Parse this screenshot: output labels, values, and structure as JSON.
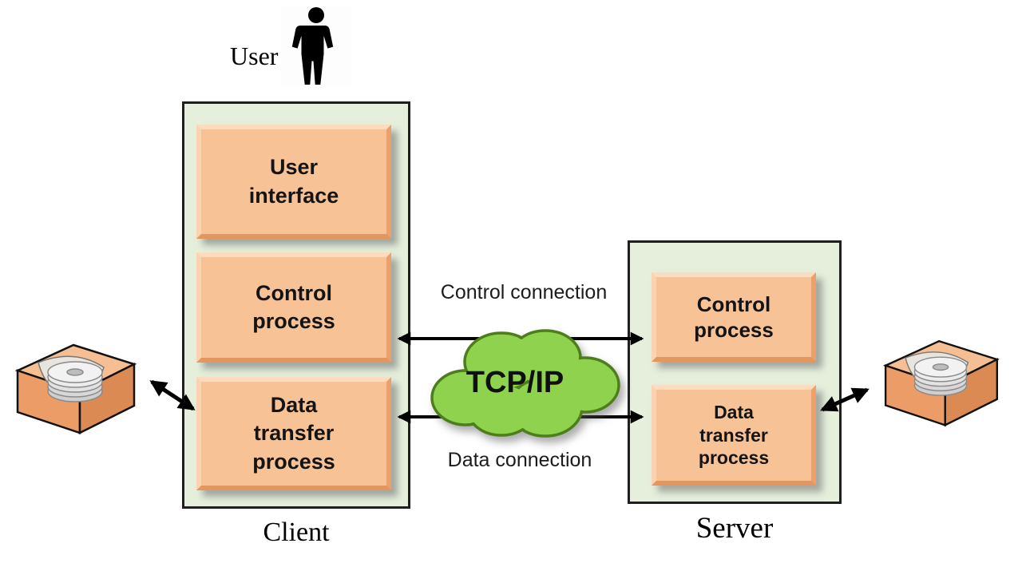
{
  "user": {
    "label": "User"
  },
  "client": {
    "caption": "Client",
    "user_interface": "User\ninterface",
    "control_process": "Control\nprocess",
    "data_transfer_process": "Data\ntransfer\nprocess"
  },
  "server": {
    "caption": "Server",
    "control_process": "Control\nprocess",
    "data_transfer_process": "Data\ntransfer\nprocess"
  },
  "network": {
    "label": "TCP/IP"
  },
  "connections": {
    "control": "Control connection",
    "data": "Data connection"
  },
  "colors": {
    "panel_fill": "#e5efdc",
    "process_box_fill": "#f7c296",
    "cloud_fill": "#8ed24e",
    "cloud_stroke": "#4e7d1c",
    "arrow": "#000000"
  }
}
